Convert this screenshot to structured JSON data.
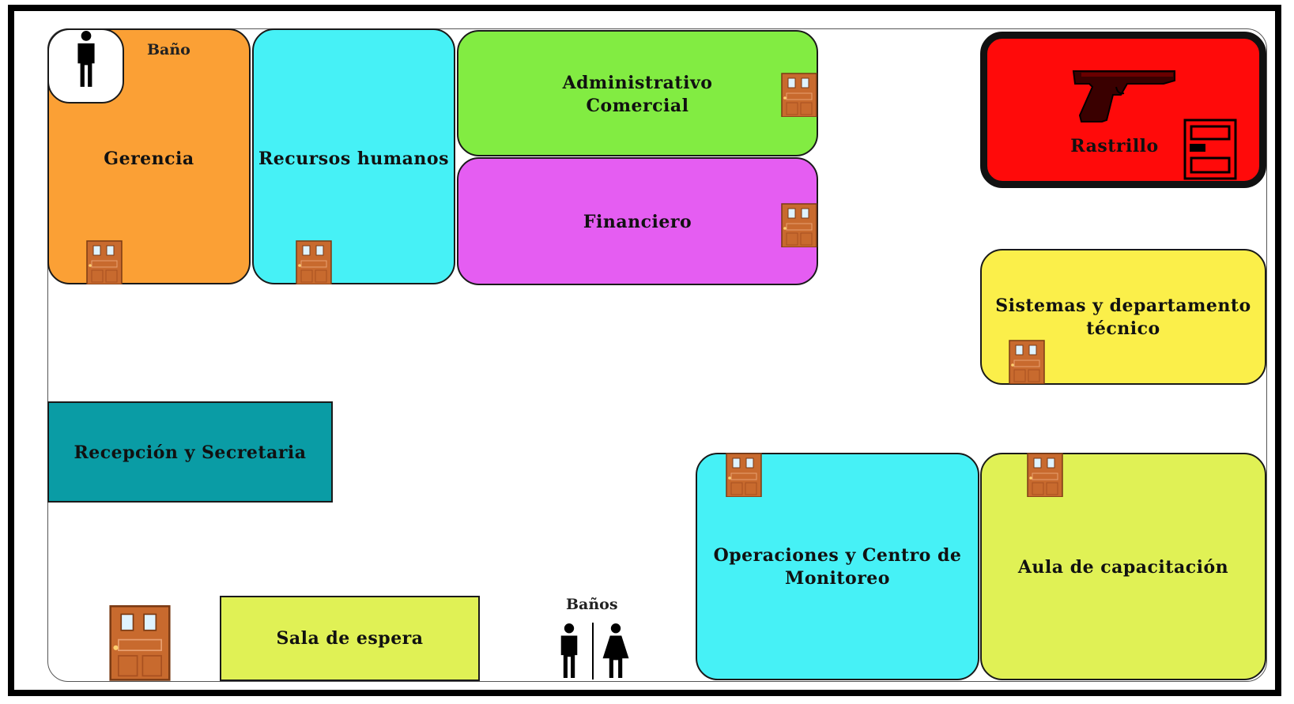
{
  "rooms": {
    "bano_privado": "Baño",
    "gerencia": "Gerencia",
    "recursos_humanos": "Recursos humanos",
    "administrativo": "Administrativo",
    "comercial": "Comercial",
    "financiero": "Financiero",
    "rastrillo": "Rastrillo",
    "sistemas_l1": "Sistemas y departamento",
    "sistemas_l2": "técnico",
    "recepcion": "Recepción y Secretaria",
    "operaciones_l1": "Operaciones y Centro de",
    "operaciones_l2": "Monitoreo",
    "aula": "Aula de capacitación",
    "sala_espera": "Sala de espera",
    "banos": "Baños"
  },
  "colors": {
    "gerencia": "#FBA035",
    "recursos_humanos": "#46F1F6",
    "administrativo": "#82EC42",
    "financiero": "#E55DF2",
    "rastrillo": "#FF0A0A",
    "sistemas": "#FBEF4A",
    "recepcion": "#0A9CA5",
    "operaciones": "#46F1F6",
    "aula": "#E0F155",
    "sala_espera": "#E0F155",
    "door": "#C86A2E"
  },
  "icons": {
    "door": "door-icon",
    "man": "man-restroom-icon",
    "woman": "woman-restroom-icon",
    "pistol": "pistol-icon"
  }
}
